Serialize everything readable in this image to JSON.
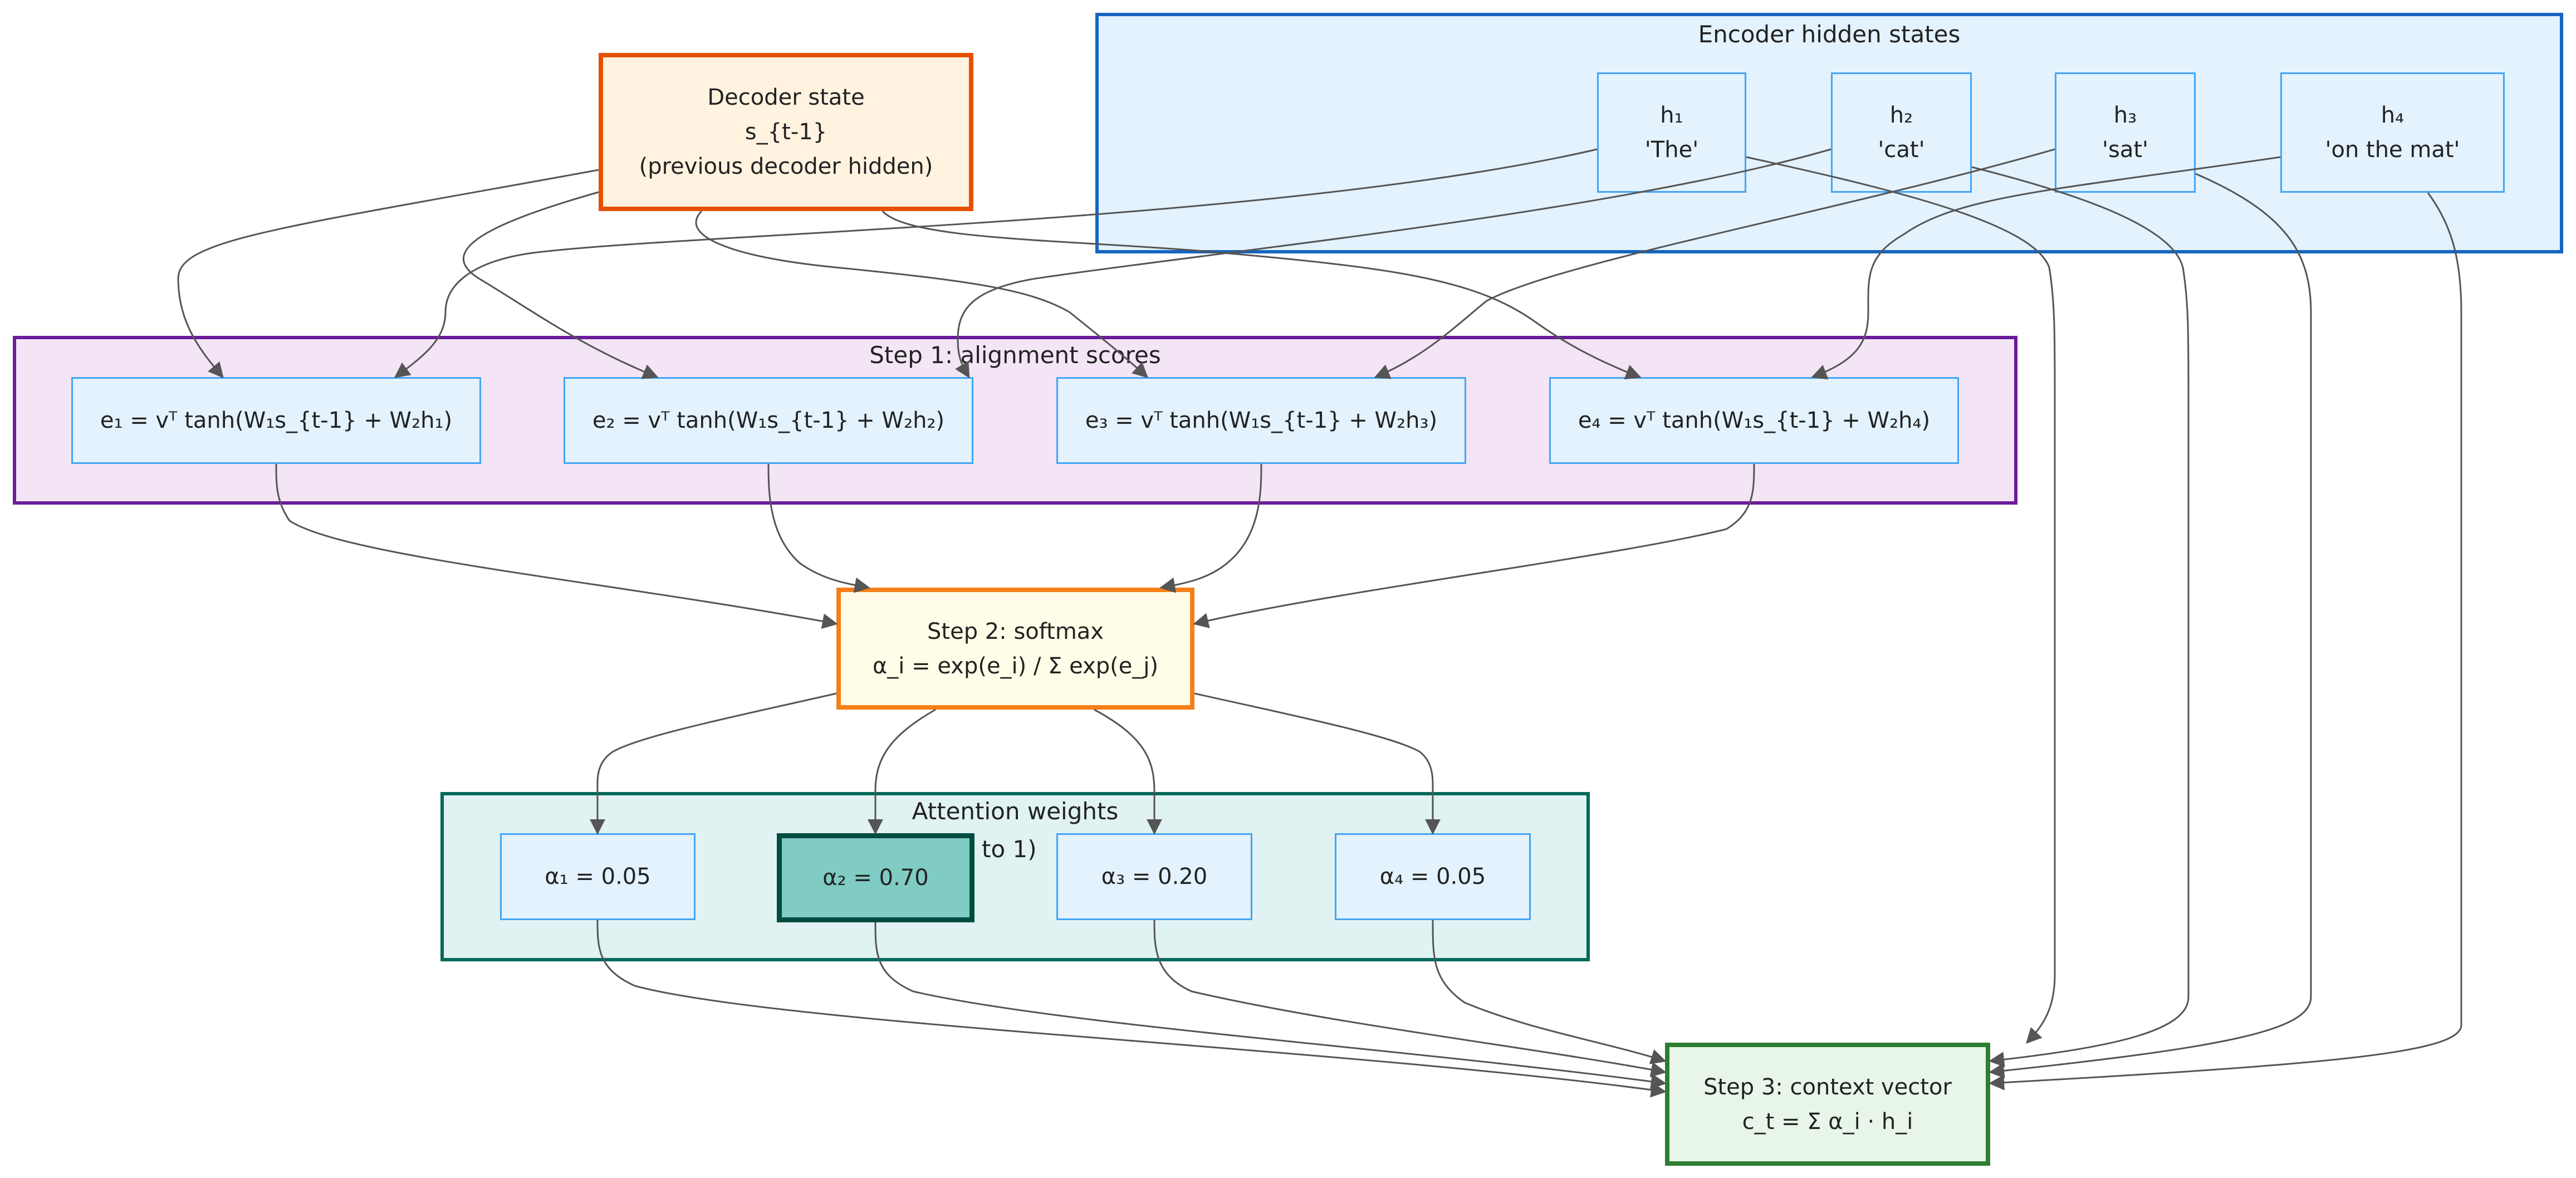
{
  "encoder_group": {
    "label": "Encoder hidden states",
    "nodes": [
      {
        "line1": "h₁",
        "line2": "'The'"
      },
      {
        "line1": "h₂",
        "line2": "'cat'"
      },
      {
        "line1": "h₃",
        "line2": "'sat'"
      },
      {
        "line1": "h₄",
        "line2": "'on the mat'"
      }
    ]
  },
  "decoder_state": {
    "line1": "Decoder state",
    "line2": "s_{t-1}",
    "line3": "(previous decoder hidden)"
  },
  "step1_group": {
    "label": "Step 1: alignment scores",
    "nodes": [
      "e₁ = vᵀ tanh(W₁s_{t-1} + W₂h₁)",
      "e₂ = vᵀ tanh(W₁s_{t-1} + W₂h₂)",
      "e₃ = vᵀ tanh(W₁s_{t-1} + W₂h₃)",
      "e₄ = vᵀ tanh(W₁s_{t-1} + W₂h₄)"
    ]
  },
  "softmax": {
    "line1": "Step 2: softmax",
    "line2": "α_i = exp(e_i) / Σ exp(e_j)"
  },
  "attention_group": {
    "label": "Attention weights",
    "label_overflow": "to 1)",
    "nodes": [
      "α₁ = 0.05",
      "α₂ = 0.70",
      "α₃ = 0.20",
      "α₄ = 0.05"
    ],
    "highlighted_index": 1
  },
  "context": {
    "line1": "Step 3: context vector",
    "line2": "c_t = Σ α_i · h_i"
  },
  "colors": {
    "edge": "#555555",
    "encoder_group_border": "#1565c0",
    "encoder_group_fill": "#e3f2fd",
    "step1_group_border": "#6a1b9a",
    "step1_group_fill": "#f3e5f5",
    "attention_group_border": "#00695c",
    "attention_group_fill": "#e0f2f1",
    "highlight_fill": "#80cbc4",
    "highlight_border": "#004d40"
  }
}
